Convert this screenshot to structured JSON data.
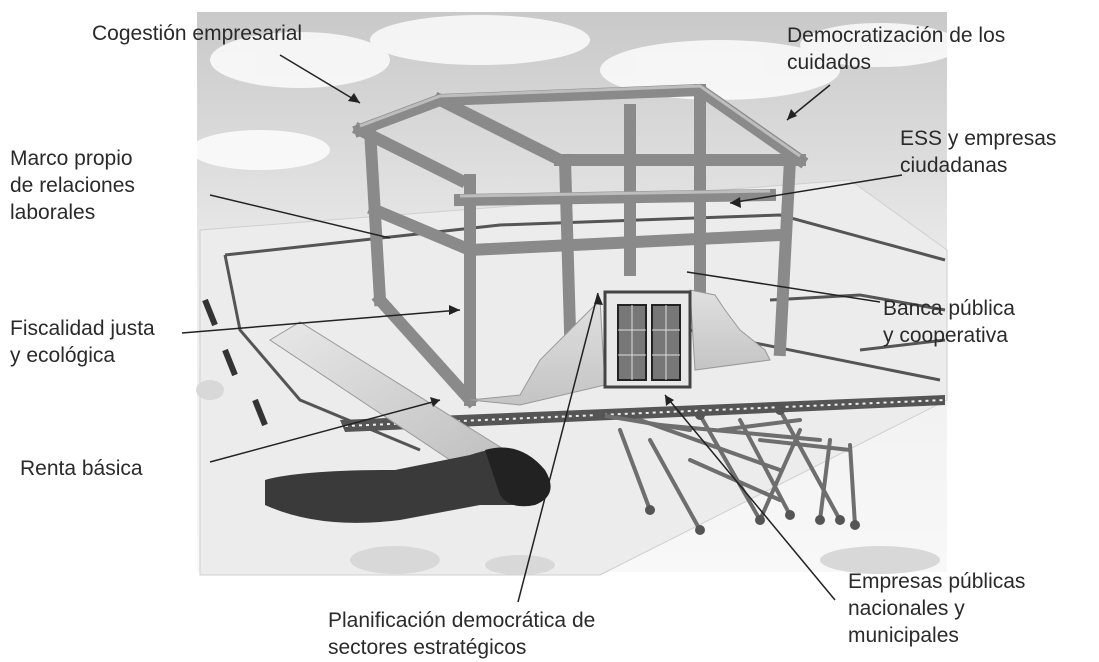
{
  "labels": {
    "cogestion": "Cogestión empresarial",
    "democratizacion": [
      "Democratización de los",
      "cuidados"
    ],
    "marco": [
      "Marco propio",
      "de relaciones",
      "laborales"
    ],
    "ess": [
      "ESS y empresas",
      "ciudadanas"
    ],
    "fiscalidad": [
      "Fiscalidad justa",
      "y ecológica"
    ],
    "banca": [
      "Banca pública",
      "y cooperativa"
    ],
    "renta": "Renta básica",
    "empresas_publicas": [
      "Empresas públicas",
      "nacionales y",
      "municipales"
    ],
    "planificacion": [
      "Planificación democrática de",
      "sectores estratégicos"
    ]
  },
  "colors": {
    "sky_light": "#f2f2f2",
    "sky_dark": "#b5b5b5",
    "frame": "#8c8c8c",
    "blueprint": "#e6e6e6",
    "hammer_head": "#333333",
    "text": "#2a2a2a"
  }
}
